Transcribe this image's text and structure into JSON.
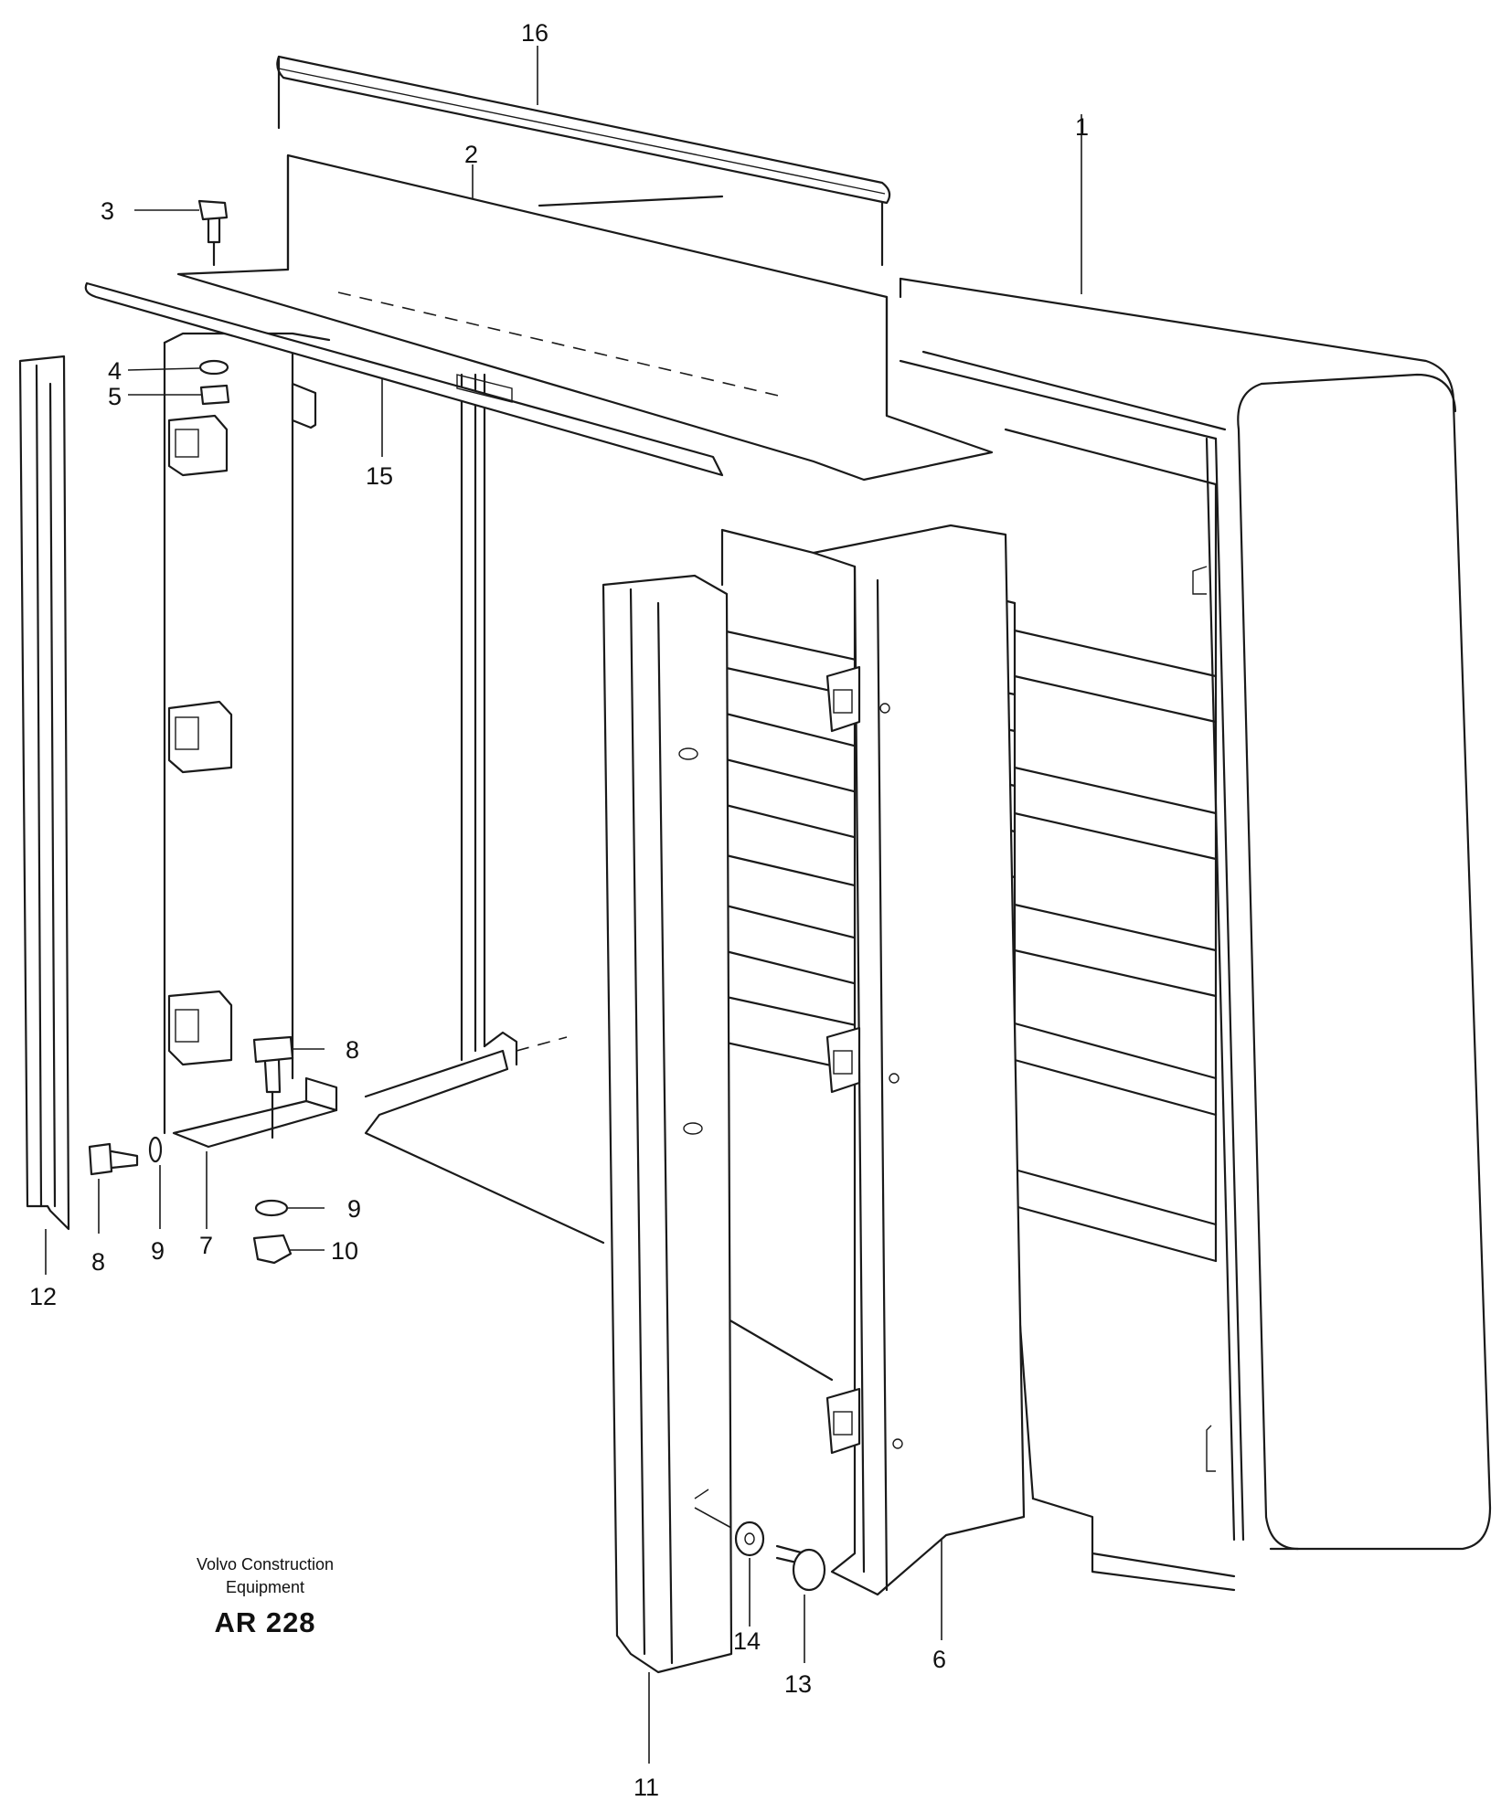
{
  "diagram": {
    "callouts": [
      "1",
      "2",
      "3",
      "4",
      "5",
      "6",
      "7",
      "8",
      "8",
      "9",
      "9",
      "10",
      "11",
      "12",
      "13",
      "14",
      "15",
      "16"
    ]
  },
  "credit": {
    "company_line1": "Volvo Construction",
    "company_line2": "Equipment",
    "code": "AR 228"
  }
}
